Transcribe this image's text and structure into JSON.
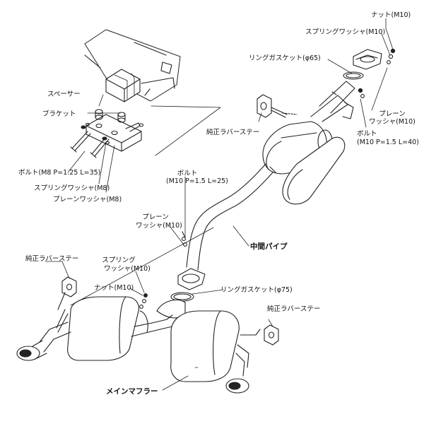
{
  "labels": {
    "nut_m10_top": "ナット(M10)",
    "spring_washer_m10_top": "スプリングワッシャ(M10)",
    "ring_gasket_65": "リングガスケット(φ65)",
    "plain_washer_m10_right_1": "プレーン",
    "plain_washer_m10_right_2": "ワッシャ(M10)",
    "bolt_m10_40_1": "ボルト",
    "bolt_m10_40_2": "(M10 P=1.5 L=40)",
    "rubber_stay_top": "純正ラバーステー",
    "spacer": "スペーサー",
    "bracket": "ブラケット",
    "bolt_m8": "ボルト(M8 P=1.25 L=35)",
    "spring_washer_m8": "スプリングワッシャ(M8)",
    "plain_washer_m8": "プレーンワッシャ(M8)",
    "bolt_m10_25_1": "ボルト",
    "bolt_m10_25_2": "(M10 P=1.5 L=25)",
    "plain_washer_m10_left_1": "プレーン",
    "plain_washer_m10_left_2": "ワッシャ(M10)",
    "middle_pipe": "中間パイプ",
    "rubber_stay_left": "純正ラバーステー",
    "spring_washer_m10_left_1": "スプリング",
    "spring_washer_m10_left_2": "ワッシャ(M10)",
    "nut_m10_left": "ナット(M10)",
    "ring_gasket_75": "リングガスケット(φ75)",
    "rubber_stay_right": "純正ラバーステー",
    "main_muffler": "メインマフラー"
  }
}
